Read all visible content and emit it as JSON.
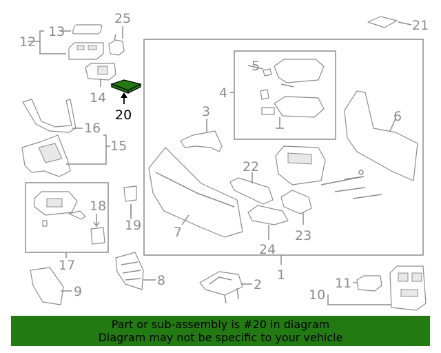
{
  "diagram": {
    "callouts": [
      "1",
      "2",
      "3",
      "4",
      "5",
      "6",
      "7",
      "8",
      "9",
      "10",
      "11",
      "12",
      "13",
      "14",
      "15",
      "16",
      "17",
      "18",
      "19",
      "20",
      "21",
      "22",
      "23",
      "24",
      "25"
    ],
    "highlighted_part": "20",
    "highlight_color": "#237A12"
  },
  "banner": {
    "line1": "Part or sub-assembly is #20 in diagram",
    "line2": "Diagram may not be specific to your vehicle",
    "background": "#237A12"
  }
}
